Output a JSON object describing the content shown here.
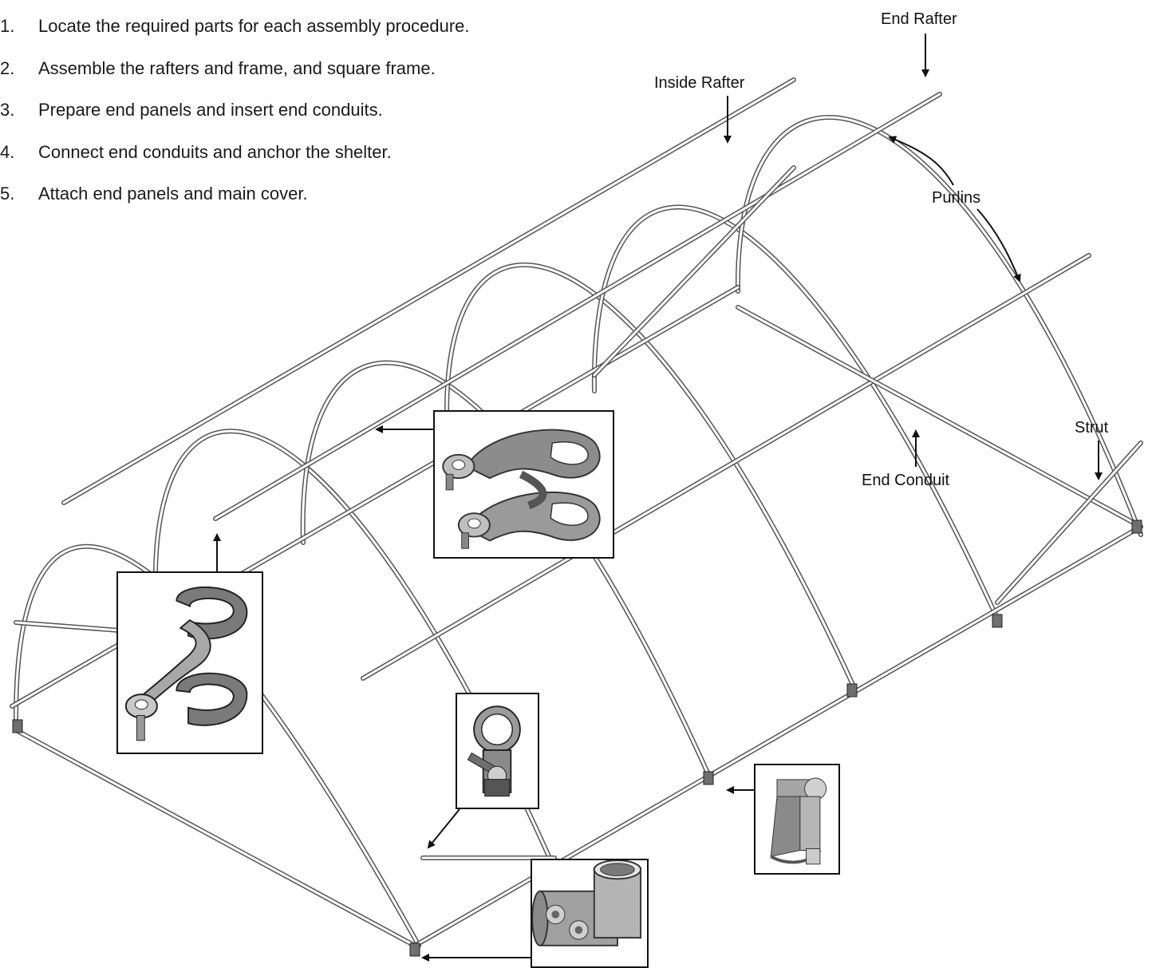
{
  "steps": [
    {
      "num": "1.",
      "text": "Locate the required parts for each assembly procedure."
    },
    {
      "num": "2.",
      "text": "Assemble the rafters and frame, and square frame."
    },
    {
      "num": "3.",
      "text": "Prepare end panels and insert end conduits."
    },
    {
      "num": "4.",
      "text": "Connect end conduits and anchor the shelter."
    },
    {
      "num": "5.",
      "text": "Attach end panels and main cover."
    }
  ],
  "labels": {
    "end_rafter": "End Rafter",
    "inside_rafter": "Inside Rafter",
    "purlins": "Purlins",
    "strut": "Strut",
    "end_conduit": "End Conduit"
  },
  "colors": {
    "frame": "#555555",
    "frame_fill": "#f4f4f4",
    "part_dark": "#6f6f6f",
    "part_light": "#d9d9d9"
  },
  "insets": [
    {
      "name": "double-clamp-inset",
      "icon": "double-pipe-clamp-icon"
    },
    {
      "name": "offset-clamp-inset",
      "icon": "offset-pipe-clamp-icon"
    },
    {
      "name": "single-clamp-inset",
      "icon": "pipe-clamp-with-bolt-icon"
    },
    {
      "name": "foot-bracket-inset",
      "icon": "anchor-foot-bracket-icon"
    },
    {
      "name": "tee-fitting-inset",
      "icon": "tee-pipe-fitting-icon"
    }
  ]
}
